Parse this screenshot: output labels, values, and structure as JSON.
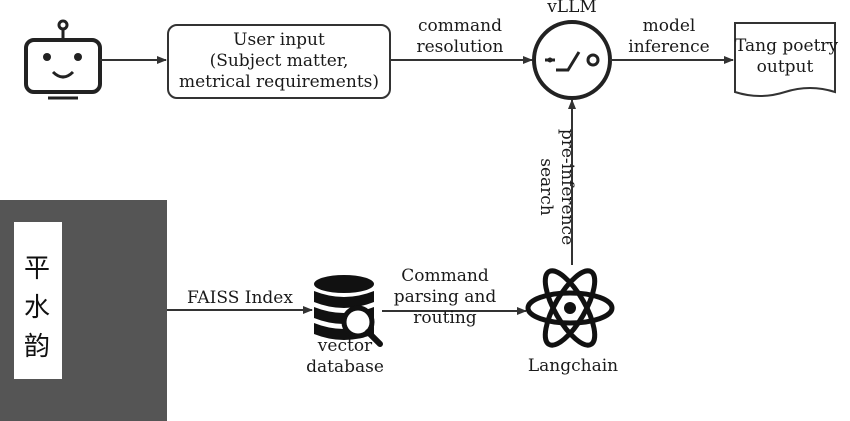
{
  "nodes": {
    "user_input": {
      "lines": [
        "User input",
        "(Subject matter,",
        "metrical requirements)"
      ]
    },
    "vllm": {
      "label": "vLLM"
    },
    "tang_output": {
      "lines": [
        "Tang poetry",
        "output"
      ]
    },
    "vector_db": {
      "lines": [
        "vector",
        "database"
      ]
    },
    "langchain": {
      "label": "Langchain"
    },
    "book": {
      "chars": [
        "平",
        "水",
        "韵"
      ]
    }
  },
  "edges": {
    "command_resolution": {
      "lines": [
        "command",
        "resolution"
      ]
    },
    "model_inference": {
      "lines": [
        "model",
        "inference"
      ]
    },
    "pre_inference_search": {
      "lines": [
        "pre-inference",
        "search"
      ]
    },
    "faiss_index": {
      "label": "FAISS Index"
    },
    "command_parsing": {
      "lines": [
        "Command",
        "parsing and",
        "routing"
      ]
    }
  },
  "icons": [
    "robot-icon",
    "vllm-switch-icon",
    "document-icon",
    "database-search-icon",
    "atom-icon",
    "book-cover-icon"
  ],
  "colors": {
    "stroke": "#333333",
    "book": "#555555",
    "fill": "#ffffff"
  }
}
